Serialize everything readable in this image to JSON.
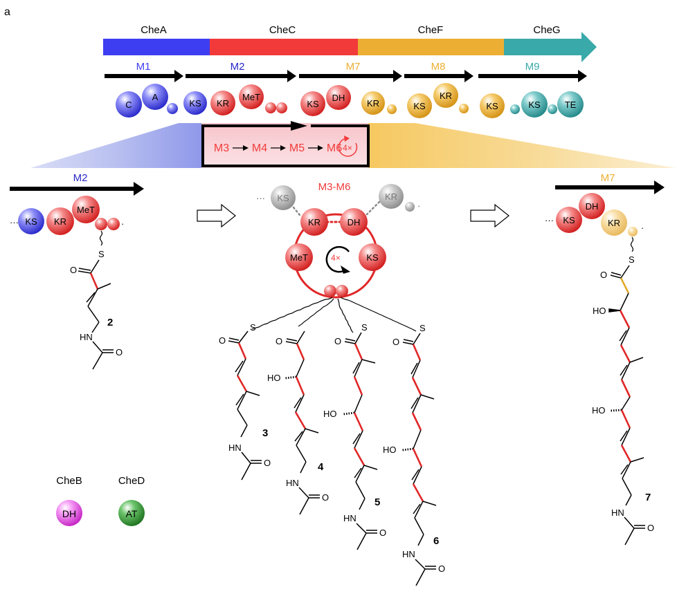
{
  "panel_label": "a",
  "genes": [
    {
      "name": "CheA",
      "color": "#3d3df2"
    },
    {
      "name": "CheC",
      "color": "#f23a3a"
    },
    {
      "name": "CheF",
      "color": "#ecaf33"
    },
    {
      "name": "CheG",
      "color": "#3aa9a9"
    }
  ],
  "modules_top": [
    "M1",
    "M2",
    "M7",
    "M8",
    "M9"
  ],
  "domains": {
    "C": "C",
    "A": "A",
    "KS": "KS",
    "KR": "KR",
    "MeT": "MeT",
    "DH": "DH",
    "TE": "TE",
    "AT": "AT"
  },
  "iteration": {
    "steps": [
      "M3",
      "M4",
      "M5",
      "M6"
    ],
    "count": "4×",
    "center_label": "M3-M6"
  },
  "detail_modules": {
    "left": "M2",
    "right": "M7"
  },
  "chem": {
    "S": "S",
    "O": "O",
    "HN": "HN",
    "HO": "HO"
  },
  "compounds": [
    "2",
    "3",
    "4",
    "5",
    "6",
    "7"
  ],
  "trans_enzymes": [
    {
      "name": "CheB",
      "domain": "DH",
      "color": "#e34ee3"
    },
    {
      "name": "CheD",
      "domain": "AT",
      "color": "#2f8f2f"
    }
  ],
  "colors": {
    "blue": "#3d3df2",
    "red": "#f23a3a",
    "orange": "#ecaf33",
    "teal": "#3aa9a9",
    "grey": "#a8a8a8",
    "magenta": "#e34ee3",
    "green": "#2f8f2f"
  }
}
